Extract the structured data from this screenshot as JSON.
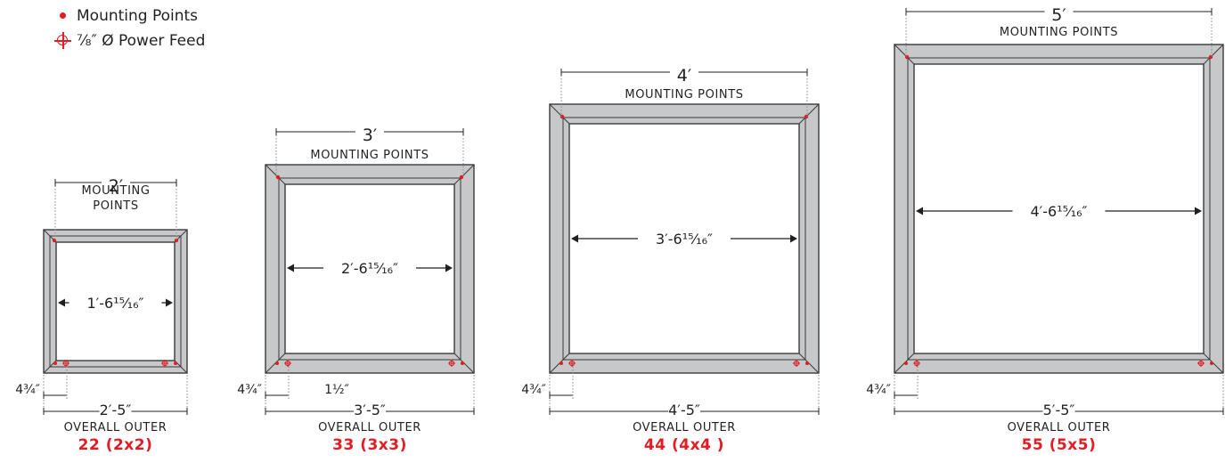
{
  "legend": {
    "mounting_points": "Mounting Points",
    "power_feed": "⅞″ Ø Power Feed",
    "mounting_icon": "red-dot-icon",
    "feed_icon": "crosshair-circle-icon"
  },
  "colors": {
    "frame_fill": "#c7c8ca",
    "frame_stroke": "#3a3a3a",
    "accent": "#e31b23",
    "text": "#231f20",
    "dim": "#231f20"
  },
  "frames": [
    {
      "id": "22",
      "model": "22 (2x2)",
      "mount_value": "2′",
      "mount_label_lines": [
        "MOUNTING",
        "POINTS"
      ],
      "inner_dim": "1′-6¹⁵⁄₁₆″",
      "outer_dim": "2′-5″",
      "outer_label": "OVERALL OUTER",
      "side_dim": "4¾″",
      "rail_dim": ""
    },
    {
      "id": "33",
      "model": "33 (3x3)",
      "mount_value": "3′",
      "mount_label_lines": [
        "MOUNTING POINTS"
      ],
      "inner_dim": "2′-6¹⁵⁄₁₆″",
      "outer_dim": "3′-5″",
      "outer_label": "OVERALL OUTER",
      "side_dim": "4¾″",
      "rail_dim": "1½″"
    },
    {
      "id": "44",
      "model": "44 (4x4 )",
      "mount_value": "4′",
      "mount_label_lines": [
        "MOUNTING POINTS"
      ],
      "inner_dim": "3′-6¹⁵⁄₁₆″",
      "outer_dim": "4′-5″",
      "outer_label": "OVERALL OUTER",
      "side_dim": "4¾″",
      "rail_dim": ""
    },
    {
      "id": "55",
      "model": "55 (5x5)",
      "mount_value": "5′",
      "mount_label_lines": [
        "MOUNTING POINTS"
      ],
      "inner_dim": "4′-6¹⁵⁄₁₆″",
      "outer_dim": "5′-5″",
      "outer_label": "OVERALL OUTER",
      "side_dim": "4¾″",
      "rail_dim": ""
    }
  ]
}
